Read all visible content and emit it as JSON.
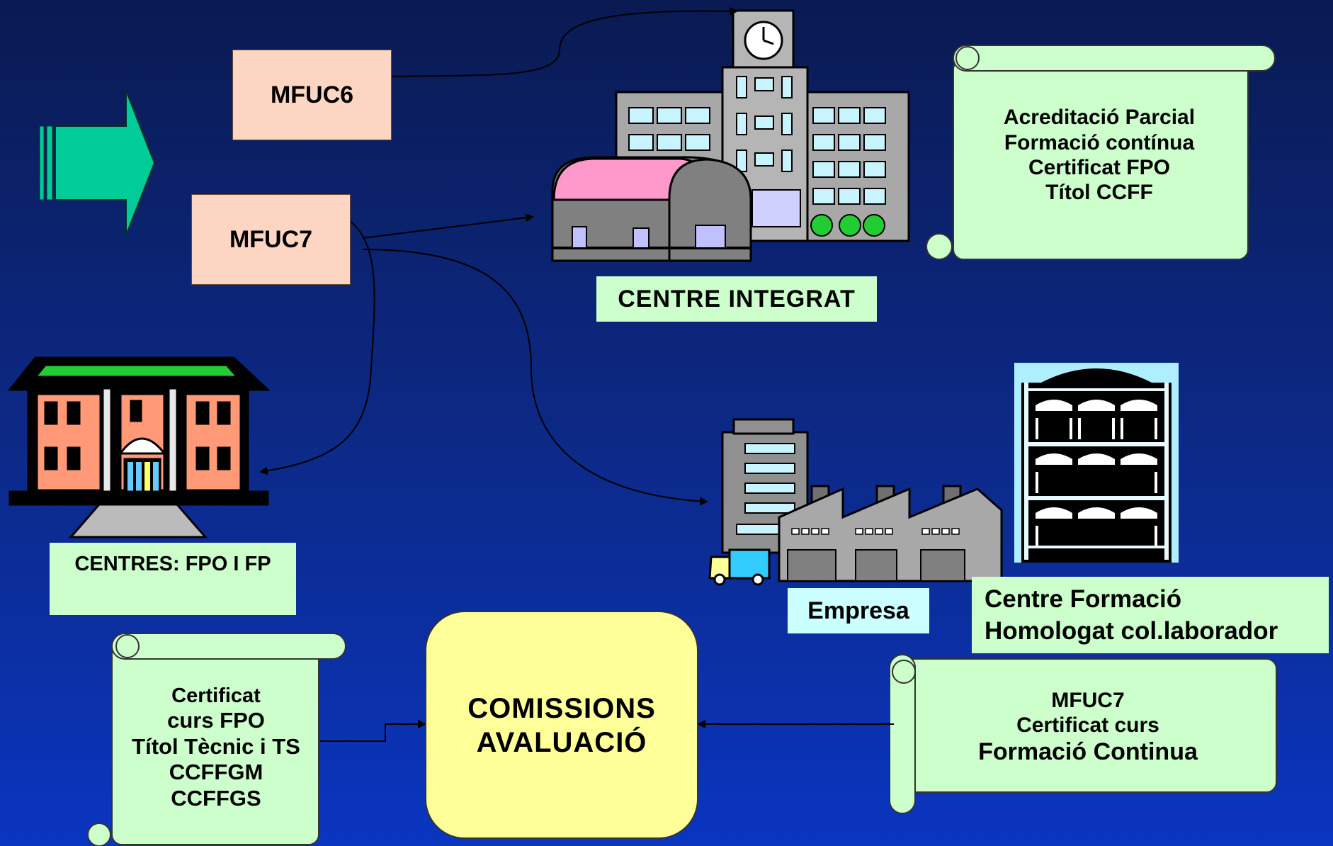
{
  "inputs": {
    "mfuc6": "MFUC6",
    "mfuc7": "MFUC7"
  },
  "centre_integrat": {
    "label": "CENTRE INTEGRAT",
    "scroll_lines": [
      "Acreditació Parcial",
      "Formació contínua",
      "Certificat FPO",
      "Títol CCFF"
    ]
  },
  "centres_fpo": {
    "label": "CENTRES: FPO I FP",
    "scroll_lines": [
      "Certificat",
      "curs FPO",
      "Títol Tècnic i TS",
      "CCFFGM",
      "CCFFGS"
    ]
  },
  "empresa": {
    "label": "Empresa"
  },
  "centre_formacio": {
    "label_lines": [
      "Centre Formació",
      "Homologat col.laborador"
    ],
    "scroll_lines": [
      "MFUC7",
      "Certificat curs",
      "Formació Continua"
    ]
  },
  "comissions": {
    "label_lines": [
      "COMISSIONS",
      "AVALUACIÓ"
    ]
  },
  "colors": {
    "background": "#0c2a8a",
    "arrow": "#00cc99",
    "peach": "#fcd6c2",
    "light_green": "#ccffcc",
    "light_cyan": "#ccffff",
    "yellow": "#ffff99"
  }
}
